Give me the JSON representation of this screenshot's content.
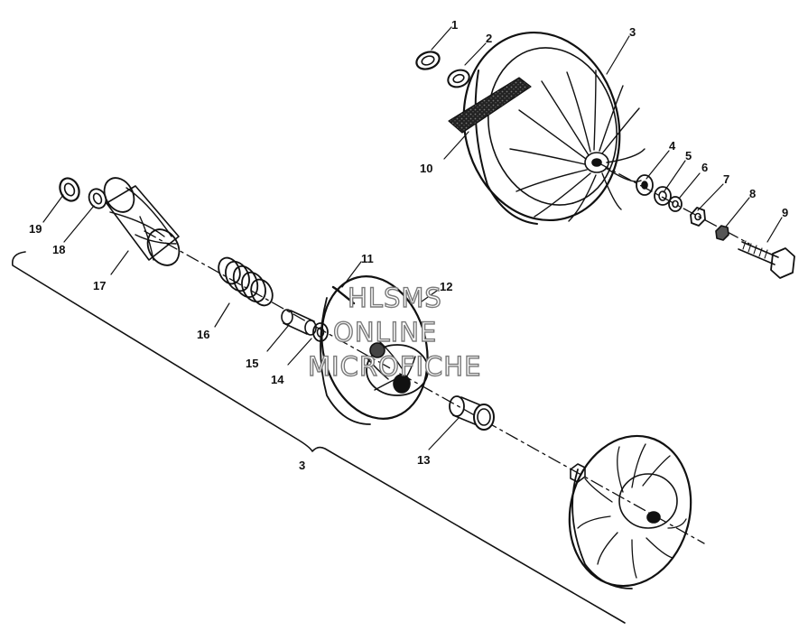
{
  "diagram": {
    "part_labels": [
      "1",
      "2",
      "3",
      "4",
      "5",
      "6",
      "7",
      "8",
      "9",
      "10",
      "11",
      "12",
      "13",
      "14",
      "15",
      "16",
      "17",
      "18",
      "19"
    ],
    "assembly_label": "3",
    "watermark": [
      "HLSMS",
      "ONLINE",
      "MICROFICHE"
    ]
  }
}
